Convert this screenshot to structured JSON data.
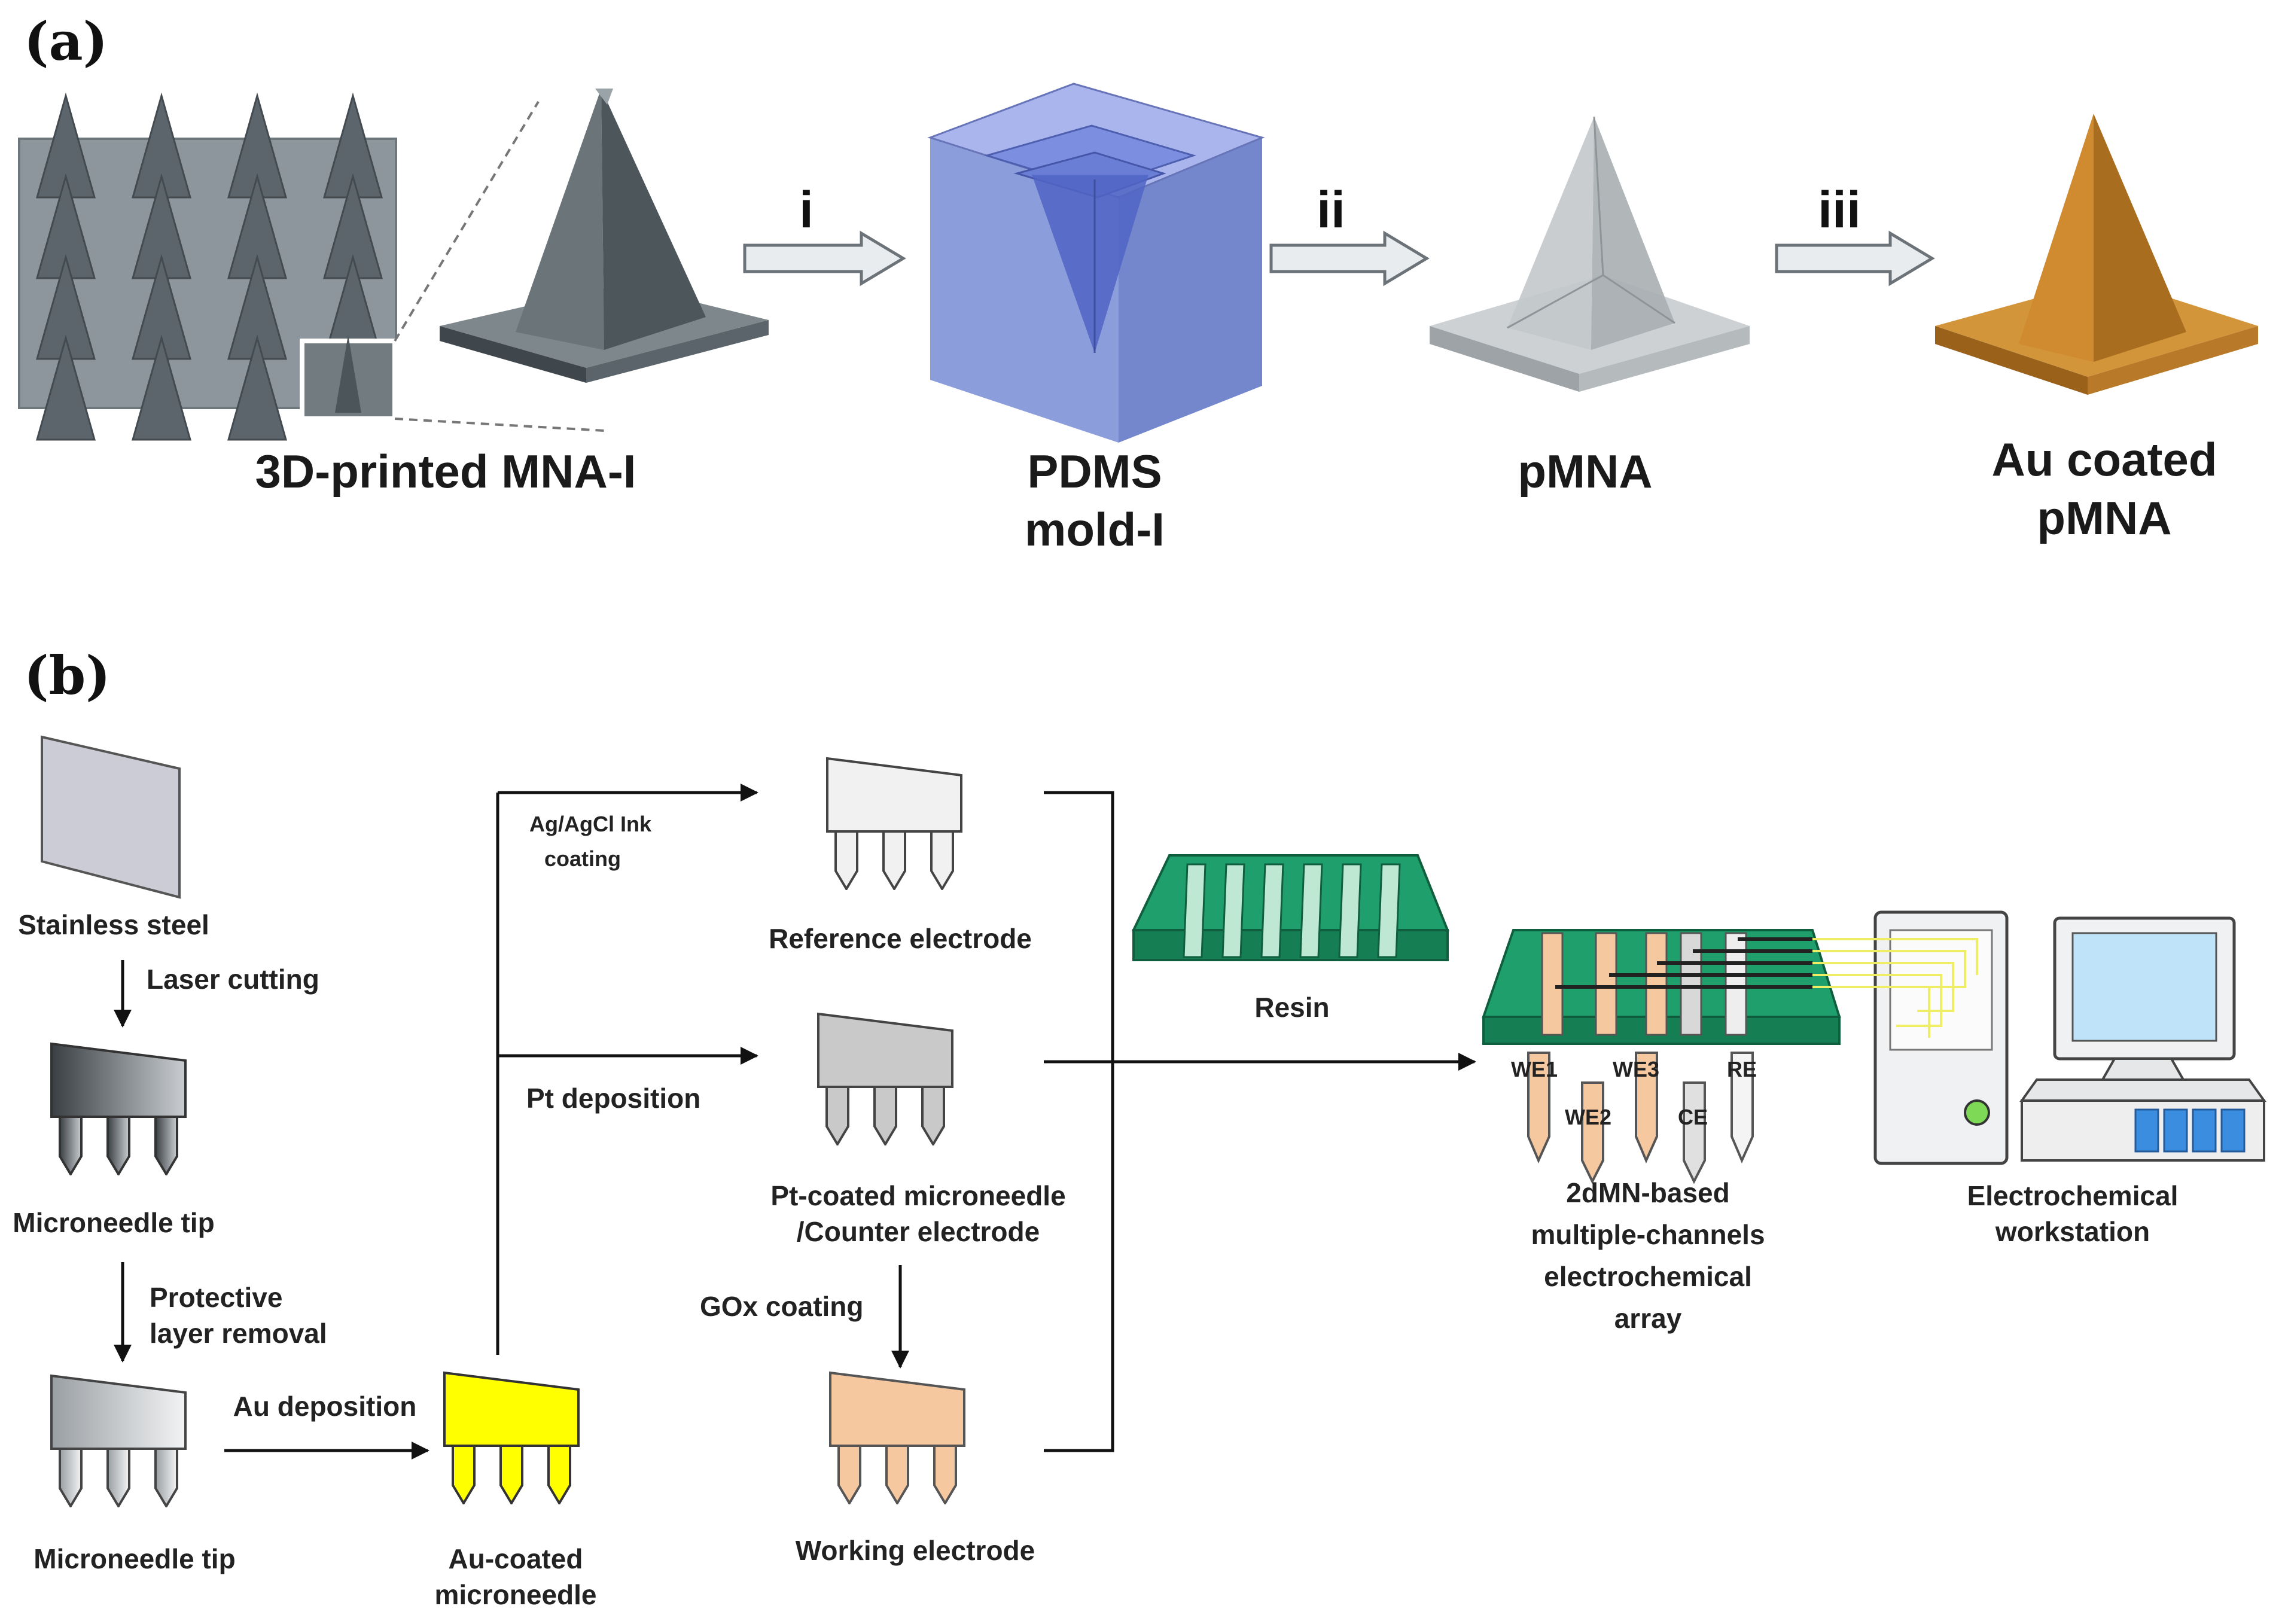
{
  "panel_a": {
    "label": "(a)",
    "steps": [
      "i",
      "ii",
      "iii"
    ],
    "items": {
      "mna": "3D-printed MNA-I",
      "pdms": [
        "PDMS",
        "mold-I"
      ],
      "pmna": "pMNA",
      "au": [
        "Au coated",
        "pMNA"
      ]
    },
    "colors": {
      "printed": "#5d6870",
      "mold": "#8c9ddb",
      "pmna": "#b9bfc2",
      "au": "#c8872c"
    }
  },
  "panel_b": {
    "label": "(b)",
    "labels": {
      "stainless": "Stainless steel",
      "laser": "Laser cutting",
      "tip1": "Microneedle tip",
      "protective": [
        "Protective",
        "layer removal"
      ],
      "tip2": "Microneedle tip",
      "au_dep": "Au deposition",
      "au_coated": [
        "Au-coated",
        "microneedle"
      ],
      "agcl": [
        "Ag/AgCl Ink",
        "coating"
      ],
      "pt_dep": "Pt deposition",
      "ref": "Reference electrode",
      "pt_coated": [
        "Pt-coated microneedle",
        "/Counter electrode"
      ],
      "gox": "GOx coating",
      "working": "Working electrode",
      "resin": "Resin",
      "array": [
        "2dMN-based",
        "multiple-channels",
        "electrochemical",
        "array"
      ],
      "workstation": [
        "Electrochemical",
        "workstation"
      ],
      "we1": "WE1",
      "we2": "WE2",
      "we3": "WE3",
      "ce": "CE",
      "re": "RE"
    },
    "colors": {
      "gold": "#ffff00",
      "working": "#f5c8a0",
      "resin": "#1e9e6a",
      "screen": "#bfe3f8",
      "wires": "#eeee66"
    }
  }
}
